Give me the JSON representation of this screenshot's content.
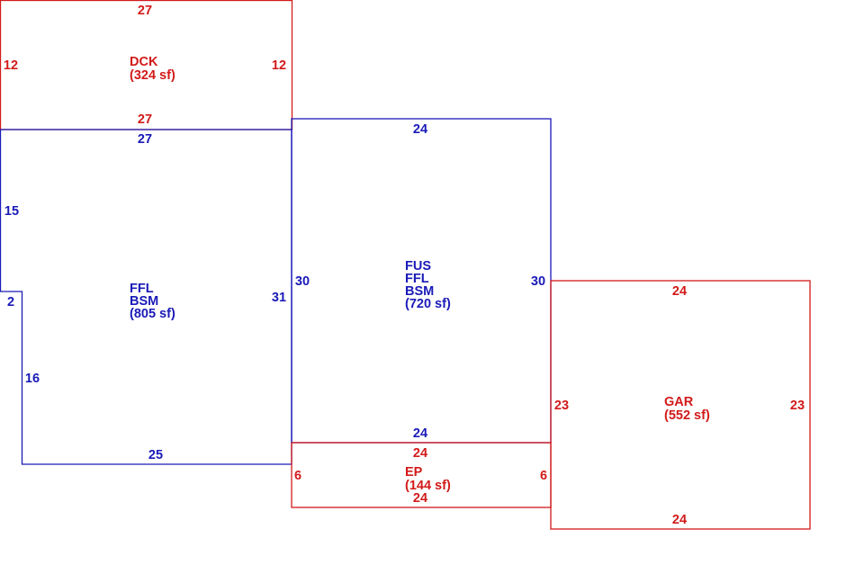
{
  "colors": {
    "red": "#d21a1a",
    "blue": "#1a1ab8"
  },
  "areas": {
    "dck": {
      "code": "DCK",
      "area": "(324 sf)",
      "dims": {
        "top": "27",
        "bottom": "27",
        "left": "12",
        "right": "12"
      }
    },
    "ffl": {
      "line1": "FFL",
      "line2": "BSM",
      "area": "(805 sf)",
      "dims": {
        "top": "27",
        "left_upper": "15",
        "step": "2",
        "left_lower": "16",
        "bottom": "25",
        "right": "31"
      }
    },
    "fus": {
      "line1": "FUS",
      "line2": "FFL",
      "line3": "BSM",
      "area": "(720 sf)",
      "dims": {
        "top": "24",
        "bottom": "24",
        "left": "30",
        "right": "30"
      }
    },
    "ep": {
      "code": "EP",
      "area": "(144 sf)",
      "dims": {
        "top": "24",
        "bottom": "24",
        "left": "6",
        "right": "6"
      }
    },
    "gar": {
      "code": "GAR",
      "area": "(552 sf)",
      "dims": {
        "top": "24",
        "bottom": "24",
        "left": "23",
        "right": "23"
      }
    }
  }
}
